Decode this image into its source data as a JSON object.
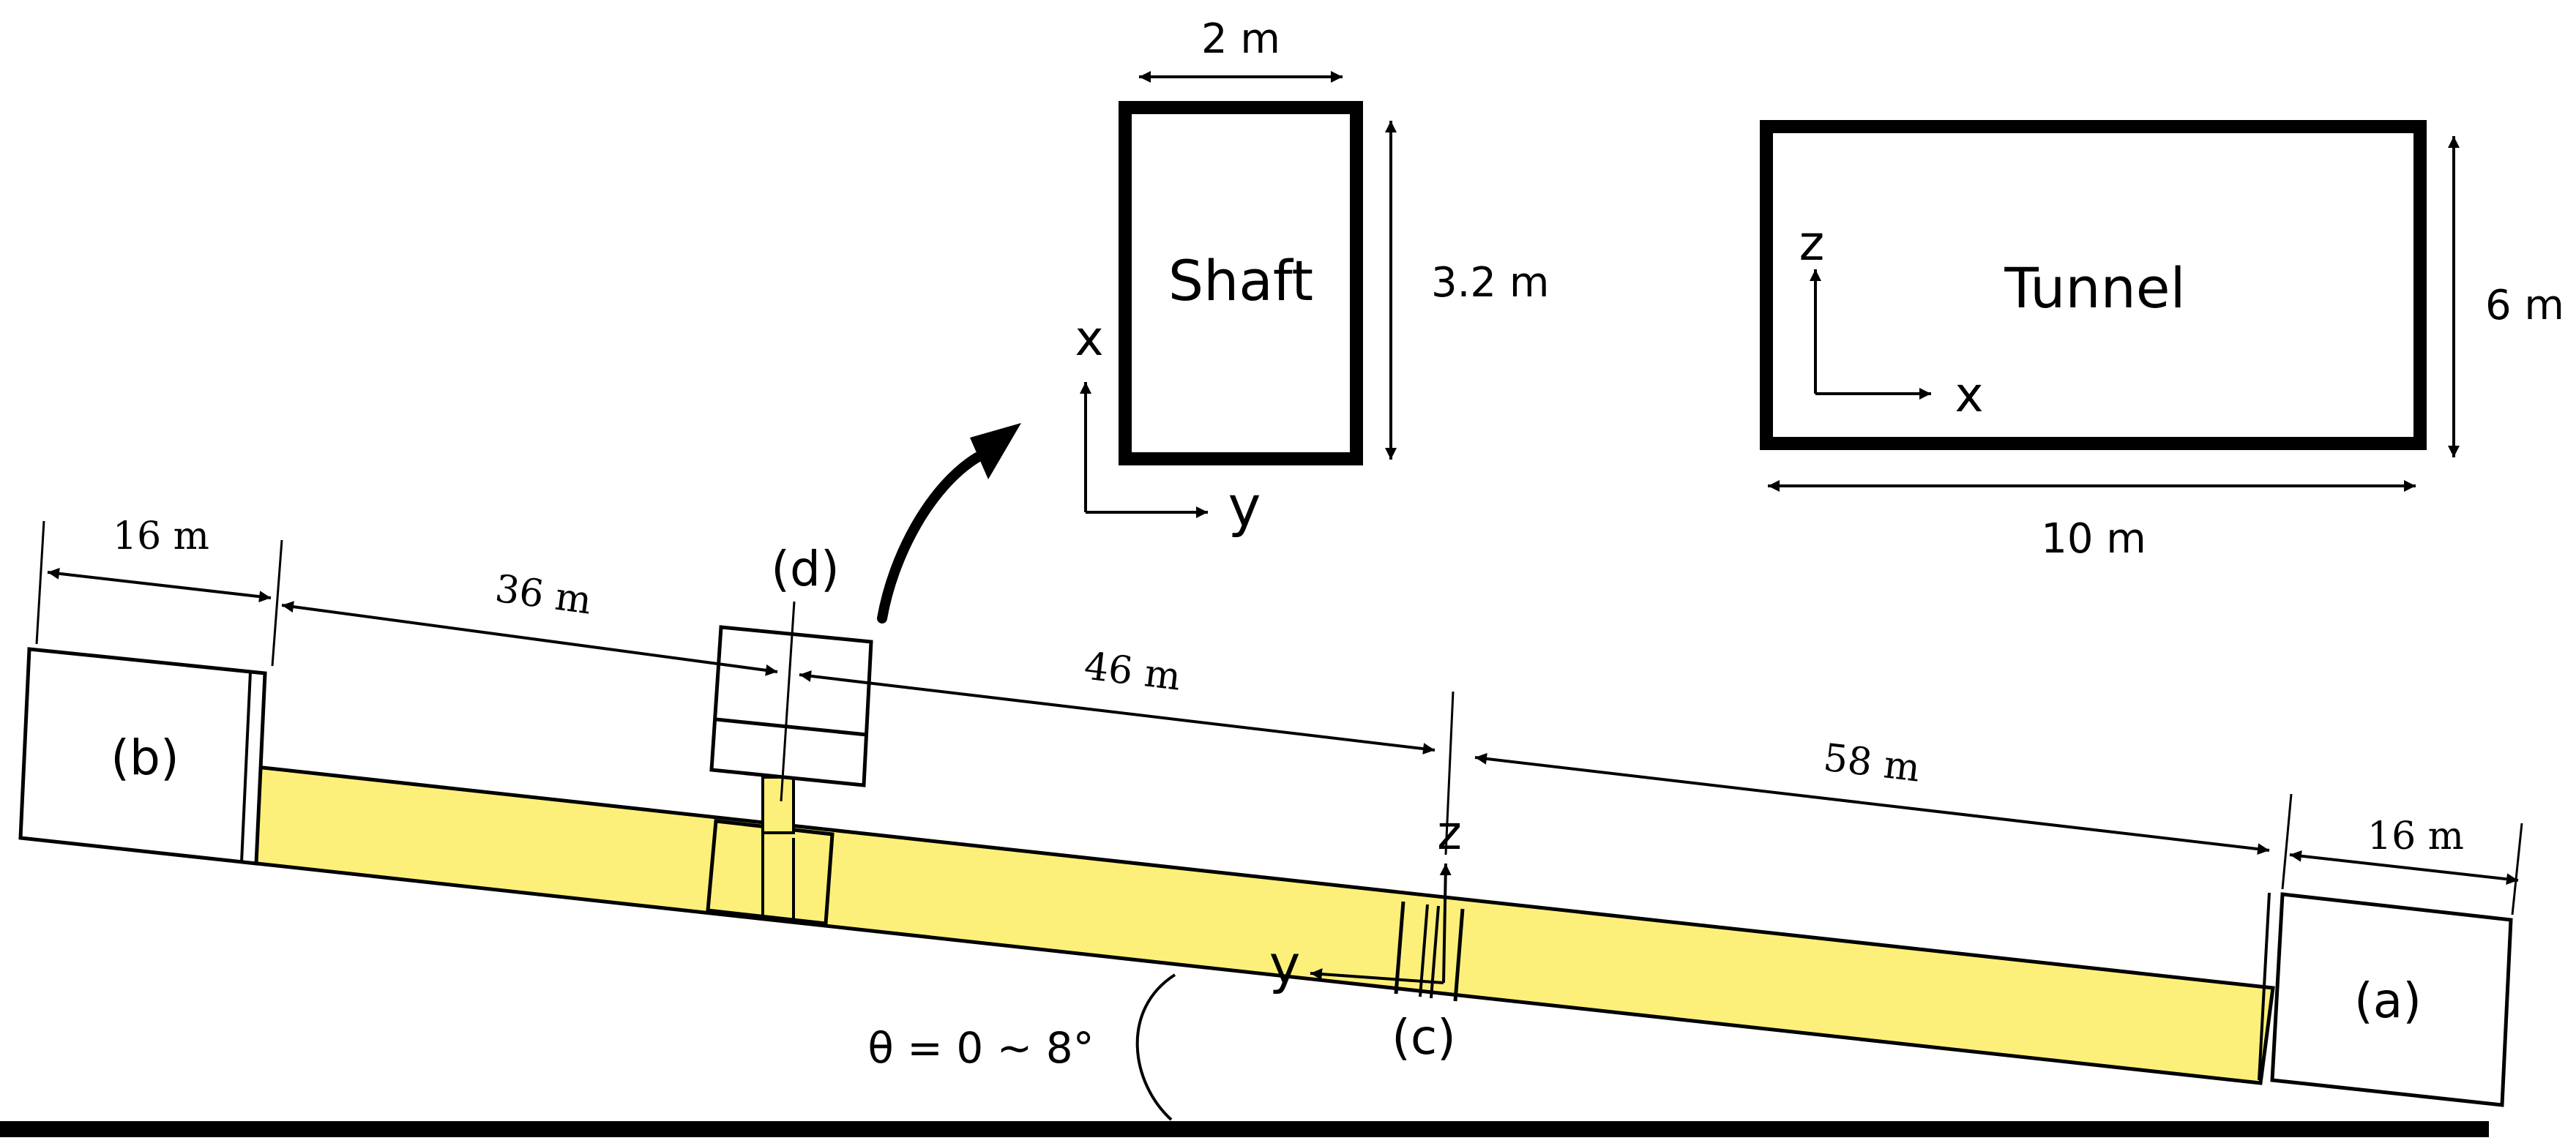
{
  "colors": {
    "tunnel_fill": "#fdf07a",
    "stroke": "#000000",
    "background": "#ffffff"
  },
  "cross_sections": {
    "shaft": {
      "label": "Shaft",
      "width_label": "2 m",
      "height_label": "3.2 m",
      "axis_vertical": "x",
      "axis_horizontal": "y"
    },
    "tunnel": {
      "label": "Tunnel",
      "width_label": "10 m",
      "height_label": "6 m",
      "axis_vertical": "z",
      "axis_horizontal": "x"
    }
  },
  "side_view": {
    "portal_b": "(b)",
    "portal_a": "(a)",
    "fan_d": "(d)",
    "section_c": "(c)",
    "dim_left_portal": "16 m",
    "dim_36": "36 m",
    "dim_46": "46 m",
    "dim_58": "58 m",
    "dim_right_portal": "16 m",
    "axis_z": "z",
    "axis_y": "y",
    "slope_label": "θ = 0 ~ 8°"
  }
}
